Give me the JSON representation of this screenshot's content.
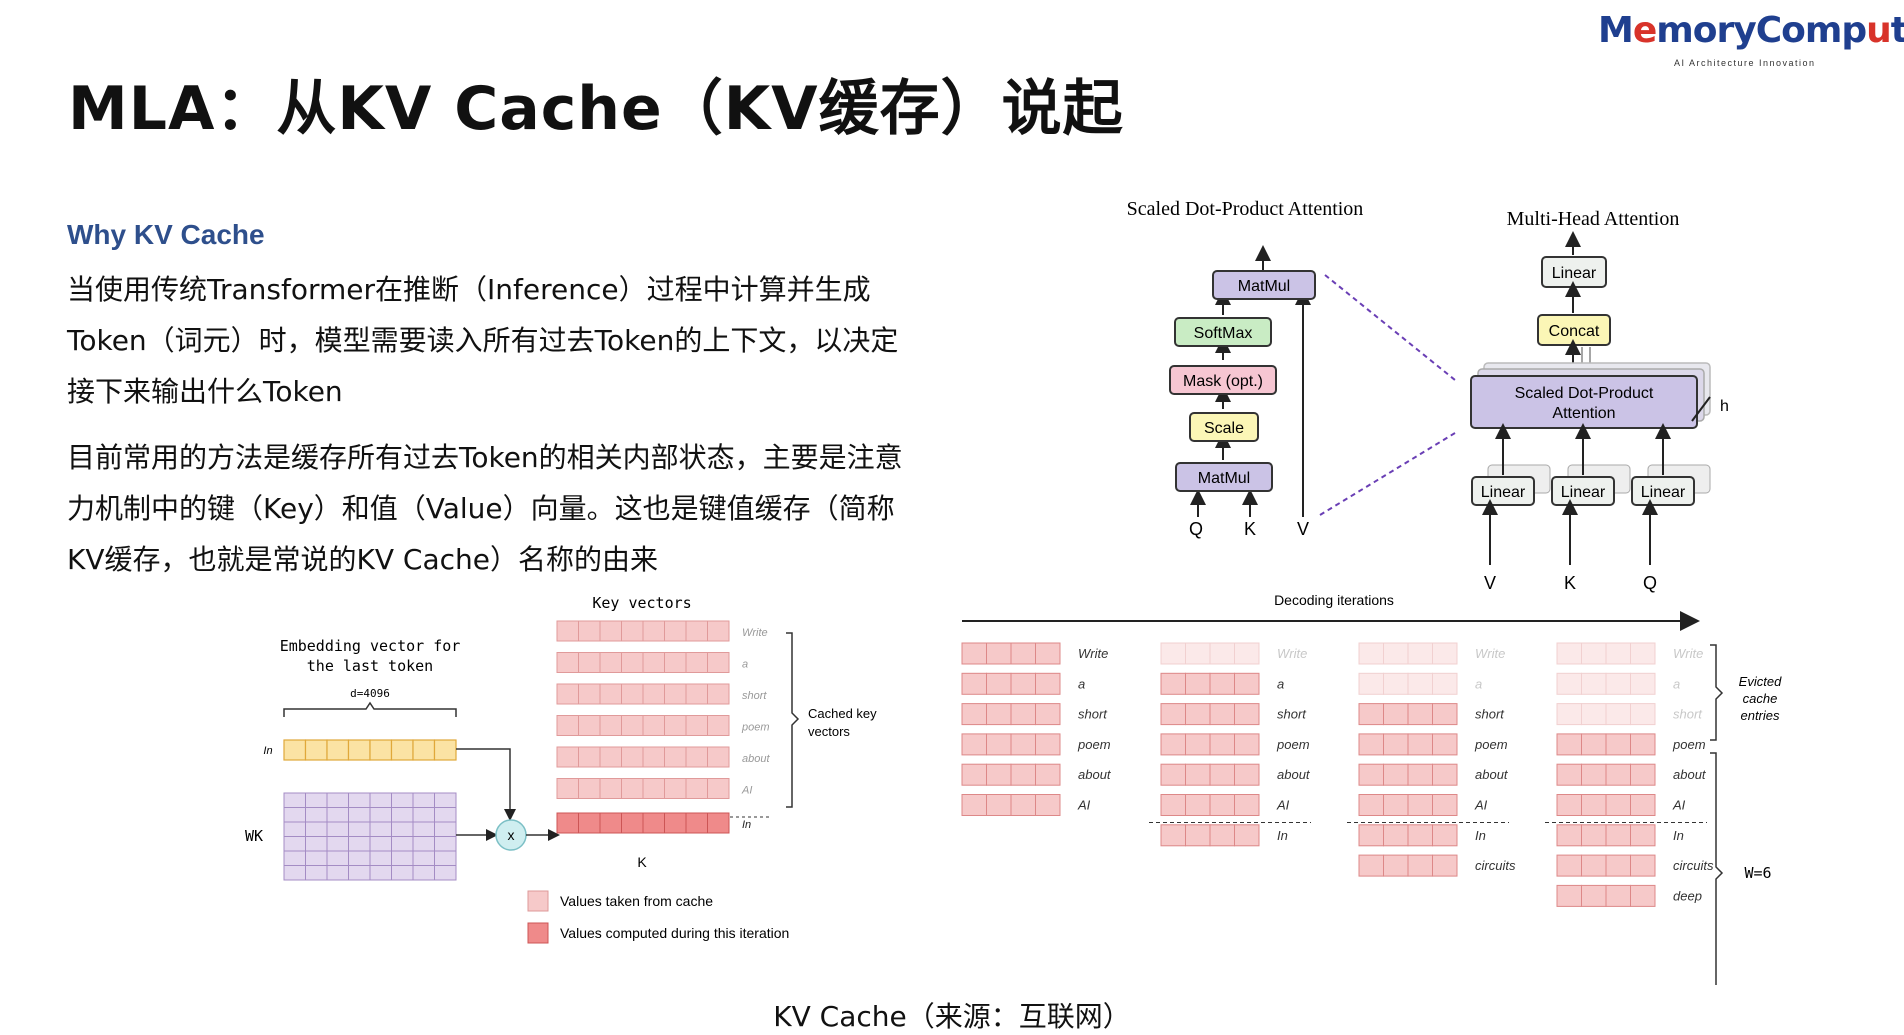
{
  "title": "MLA：从KV Cache（KV缓存）说起",
  "logo": {
    "text_before": "M",
    "text_red1": "e",
    "text_mid": "moryComp",
    "text_red2": "u",
    "text_end": "te",
    "tagline": "AI Architecture Innovation"
  },
  "section_heading": "Why KV Cache",
  "paragraph1": "当使用传统Transformer在推断（Inference）过程中计算并生成Token（词元）时，模型需要读入所有过去Token的上下文，以决定接下来输出什么Token",
  "paragraph2": "目前常用的方法是缓存所有过去Token的相关内部状态，主要是注意力机制中的键（Key）和值（Value）向量。这也是键值缓存（简称KV缓存，也就是常说的KV Cache）名称的由来",
  "caption": "KV Cache（来源：互联网）",
  "attention_diagram": {
    "sdpa_title": "Scaled Dot-Product Attention",
    "sdpa_blocks": [
      "MatMul",
      "SoftMax",
      "Mask (opt.)",
      "Scale",
      "MatMul"
    ],
    "sdpa_inputs": [
      "Q",
      "K",
      "V"
    ],
    "mha_title": "Multi-Head Attention",
    "mha_linear_top": "Linear",
    "mha_concat": "Concat",
    "mha_sdpa": "Scaled Dot-Product Attention",
    "mha_sdpa_line1": "Scaled Dot-Product",
    "mha_sdpa_line2": "Attention",
    "mha_h": "h",
    "mha_linears": [
      "Linear",
      "Linear",
      "Linear"
    ],
    "mha_inputs": [
      "V",
      "K",
      "Q"
    ],
    "colors": {
      "matmul": "#cbc3e6",
      "softmax": "#c9ecc4",
      "mask": "#f6c6d2",
      "scale": "#fbf6b6",
      "concat": "#fbf6b6",
      "linear": "#eef1ee",
      "sdpa": "#cbc3e6"
    }
  },
  "key_vector_diagram": {
    "embedding_label_line1": "Embedding vector for",
    "embedding_label_line2": "the last token",
    "dim_label": "d=4096",
    "in_label": "In",
    "wk_label": "WK",
    "multiply_symbol": "x",
    "key_vectors_title": "Key vectors",
    "tokens": [
      "Write",
      "a",
      "short",
      "poem",
      "about",
      "AI",
      "In"
    ],
    "cached_label_line1": "Cached key",
    "cached_label_line2": "vectors",
    "k_label": "K",
    "legend": [
      "Values taken from cache",
      "Values computed during this iteration"
    ],
    "colors": {
      "cache": "#f6c9c9",
      "computed": "#ef8a8a",
      "embed": "#fbe3a4",
      "wk": "#e3d8ef"
    }
  },
  "decoding_diagram": {
    "title": "Decoding iterations",
    "columns": [
      [
        "Write",
        "a",
        "short",
        "poem",
        "about",
        "AI"
      ],
      [
        "Write",
        "a",
        "short",
        "poem",
        "about",
        "AI",
        "In"
      ],
      [
        "Write",
        "a",
        "short",
        "poem",
        "about",
        "AI",
        "In",
        "circuits"
      ],
      [
        "Write",
        "a",
        "short",
        "poem",
        "about",
        "AI",
        "In",
        "circuits",
        "deep"
      ]
    ],
    "evicted_label_line1": "Evicted",
    "evicted_label_line2": "cache",
    "evicted_label_line3": "entries",
    "window_label": "W=6"
  }
}
